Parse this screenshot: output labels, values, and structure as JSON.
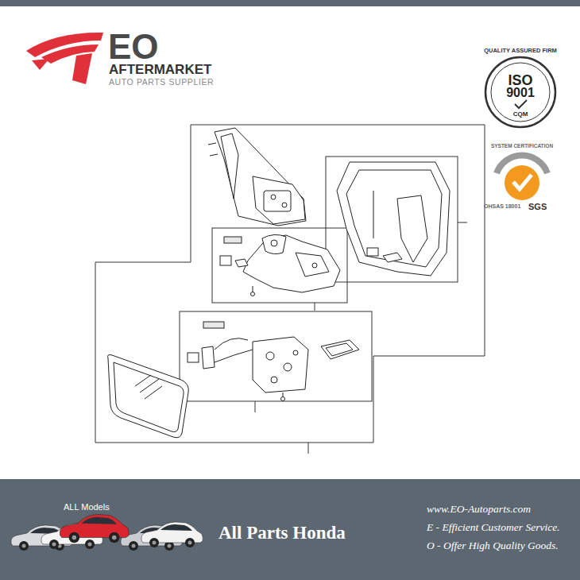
{
  "diagram": {
    "nodes": [
      {
        "text": [
          "ALL Models",
          "All Parts Honda",
          "www.EO-Autoparts.com",
          "E - Efficient Customer Service.",
          "O - Offer High Quality Goods."
        ]
      }
    ],
    "labels": [
      "EO",
      "AFTERMARKET",
      "AUTO PARTS SUPPLIER",
      "QUALITY ASSURED FIRM",
      "ISO",
      "9001",
      "CQM",
      "SYSTEM CERTIFICATION",
      "OHSAS 18001",
      "SGS"
    ]
  }
}
